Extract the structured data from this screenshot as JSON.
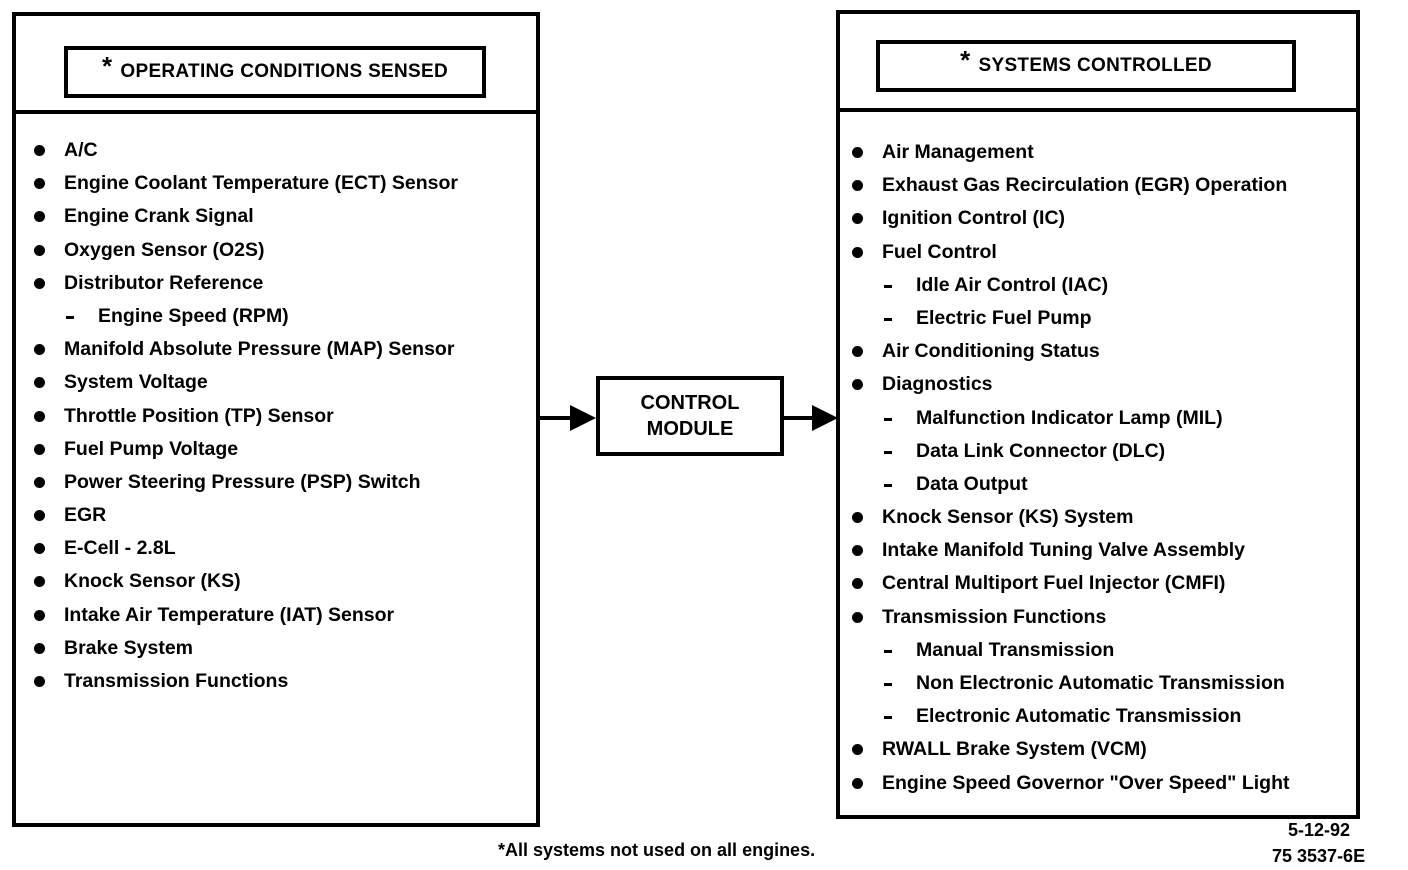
{
  "left_panel": {
    "star": "*",
    "title": "OPERATING CONDITIONS SENSED",
    "items": [
      {
        "type": "bullet",
        "text": "A/C"
      },
      {
        "type": "bullet",
        "text": "Engine Coolant Temperature (ECT) Sensor"
      },
      {
        "type": "bullet",
        "text": "Engine Crank Signal"
      },
      {
        "type": "bullet",
        "text": "Oxygen Sensor (O2S)"
      },
      {
        "type": "bullet",
        "text": "Distributor Reference"
      },
      {
        "type": "sub",
        "text": "Engine Speed (RPM)"
      },
      {
        "type": "bullet",
        "text": "Manifold Absolute Pressure (MAP) Sensor"
      },
      {
        "type": "bullet",
        "text": "System Voltage"
      },
      {
        "type": "bullet",
        "text": "Throttle Position (TP) Sensor"
      },
      {
        "type": "bullet",
        "text": "Fuel Pump Voltage"
      },
      {
        "type": "bullet",
        "text": "Power Steering Pressure (PSP) Switch"
      },
      {
        "type": "bullet",
        "text": "EGR"
      },
      {
        "type": "bullet",
        "text": "E-Cell - 2.8L"
      },
      {
        "type": "bullet",
        "text": "Knock Sensor (KS)"
      },
      {
        "type": "bullet",
        "text": "Intake Air Temperature (IAT) Sensor"
      },
      {
        "type": "bullet",
        "text": "Brake System"
      },
      {
        "type": "bullet",
        "text": "Transmission Functions"
      }
    ]
  },
  "control_module": {
    "line1": "CONTROL",
    "line2": "MODULE"
  },
  "right_panel": {
    "star": "*",
    "title": "SYSTEMS CONTROLLED",
    "items": [
      {
        "type": "bullet",
        "text": "Air Management"
      },
      {
        "type": "bullet",
        "text": "Exhaust Gas Recirculation (EGR) Operation"
      },
      {
        "type": "bullet",
        "text": "Ignition Control (IC)"
      },
      {
        "type": "bullet",
        "text": "Fuel Control"
      },
      {
        "type": "sub",
        "text": "Idle Air Control (IAC)"
      },
      {
        "type": "sub",
        "text": "Electric Fuel Pump"
      },
      {
        "type": "bullet",
        "text": "Air Conditioning Status"
      },
      {
        "type": "bullet",
        "text": "Diagnostics"
      },
      {
        "type": "sub",
        "text": "Malfunction Indicator Lamp (MIL)"
      },
      {
        "type": "sub",
        "text": "Data Link Connector (DLC)"
      },
      {
        "type": "sub",
        "text": "Data Output"
      },
      {
        "type": "bullet",
        "text": "Knock Sensor (KS) System"
      },
      {
        "type": "bullet",
        "text": "Intake Manifold Tuning Valve Assembly"
      },
      {
        "type": "bullet",
        "text": "Central Multiport Fuel Injector (CMFI)"
      },
      {
        "type": "bullet",
        "text": "Transmission Functions"
      },
      {
        "type": "sub",
        "text": "Manual Transmission"
      },
      {
        "type": "sub",
        "text": "Non Electronic Automatic Transmission"
      },
      {
        "type": "sub",
        "text": "Electronic Automatic Transmission"
      },
      {
        "type": "bullet",
        "text": "RWALL Brake System (VCM)"
      },
      {
        "type": "bullet",
        "text": "Engine Speed Governor \"Over Speed\" Light"
      }
    ]
  },
  "footnote": "*All systems not used on all engines.",
  "doc_date": "5-12-92",
  "doc_number": "75 3537-6E"
}
